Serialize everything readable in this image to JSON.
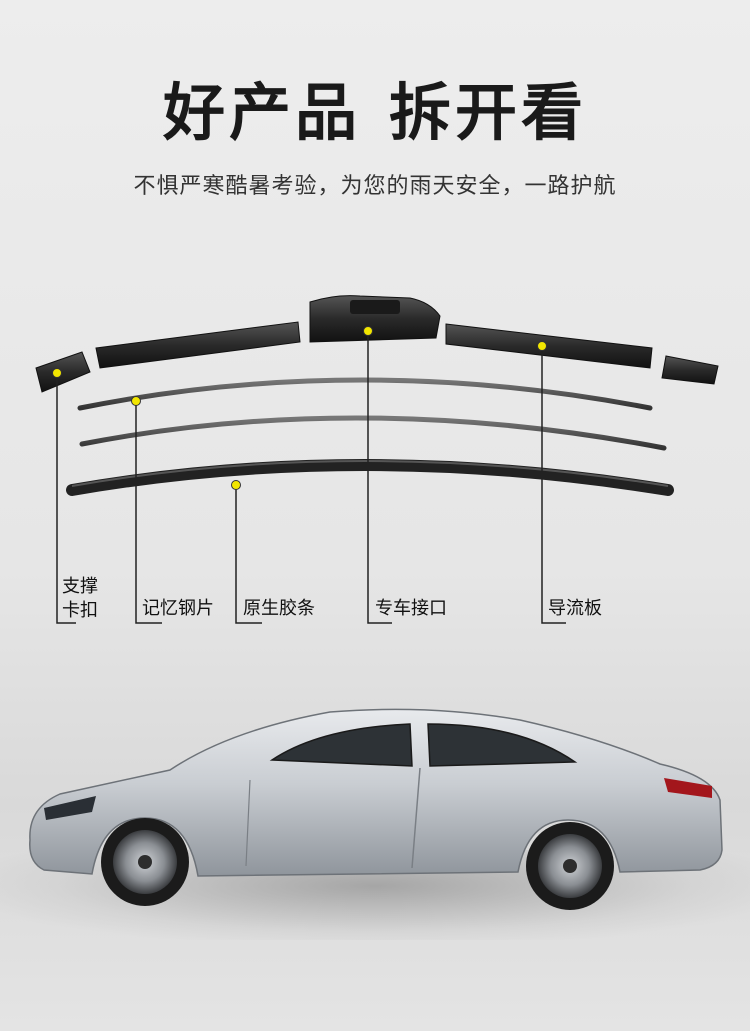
{
  "header": {
    "title_part1": "好产品",
    "title_part2": "拆开看",
    "subtitle": "不惧严寒酷暑考验，为您的雨天安全，一路护航"
  },
  "callouts": {
    "clip_line1": "支撑",
    "clip_line2": "卡扣",
    "spring_steel": "记忆钢片",
    "rubber_strip": "原生胶条",
    "connector": "专车接口",
    "spoiler": "导流板"
  },
  "colors": {
    "marker": "#f2e600",
    "part_dark": "#2b2b2b",
    "car_body": "#c9cdd2",
    "title": "#1a1a1a"
  },
  "icons": {
    "marker": "yellow-dot-icon"
  }
}
